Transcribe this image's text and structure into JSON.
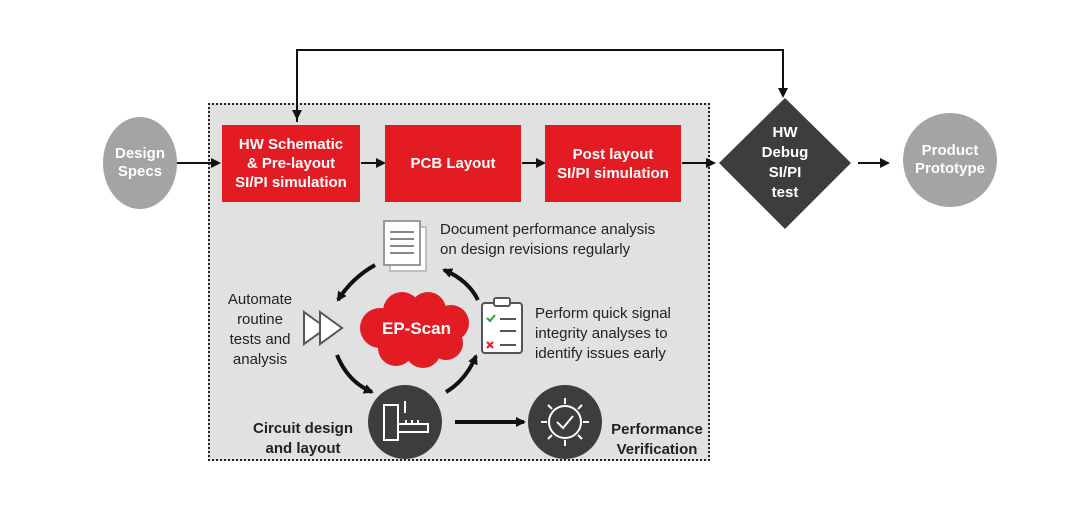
{
  "left_node": {
    "label": "Design\nSpecs"
  },
  "right_node": {
    "label": "Product\nPrototype"
  },
  "steps": [
    {
      "label": "HW Schematic\n& Pre-layout\nSI/PI simulation"
    },
    {
      "label": "PCB Layout"
    },
    {
      "label": "Post layout\nSI/PI simulation"
    }
  ],
  "decision": {
    "label": "HW\nDebug\nSI/PI\ntest"
  },
  "cycle": {
    "center_label": "EP-Scan",
    "document_note": "Document performance analysis\non design revisions regularly",
    "automate_note": "Automate\nroutine\ntests and\nanalysis",
    "quick_note": "Perform quick signal\nintegrity analyses to\nidentify issues early",
    "circuit_label": "Circuit design\nand layout",
    "verification_label": "Performance\nVerification"
  },
  "colors": {
    "red": "#e31b23",
    "gray": "#a4a4a4",
    "dark": "#3d3d3d",
    "panel": "#e1e1e1"
  },
  "icons": [
    "document-icon",
    "fast-forward-icon",
    "checklist-icon",
    "caliper-ruler-icon",
    "gear-check-icon"
  ]
}
